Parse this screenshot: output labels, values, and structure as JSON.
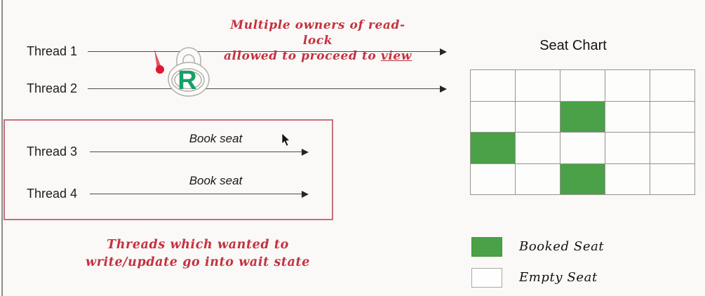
{
  "threads": [
    {
      "label": "Thread 1"
    },
    {
      "label": "Thread 2"
    },
    {
      "label": "Thread 3"
    },
    {
      "label": "Thread 4"
    }
  ],
  "lock": {
    "letter": "R",
    "letter_color": "#16a065"
  },
  "annotations": {
    "ink_color": "#c5323f",
    "read_lock": {
      "line1": "Multiple owners of read-lock",
      "line2_prefix": "allowed to proceed to ",
      "emphasis": "view"
    },
    "wait_state": {
      "line1": "Threads which wanted to",
      "line2": "write/update go into wait state"
    }
  },
  "book_seat_labels": [
    "Book seat",
    "Book seat"
  ],
  "seat_chart": {
    "title": "Seat Chart",
    "rows": 4,
    "cols": 5,
    "grid": [
      [
        0,
        0,
        0,
        0,
        0
      ],
      [
        0,
        0,
        1,
        0,
        0
      ],
      [
        1,
        0,
        0,
        0,
        0
      ],
      [
        0,
        0,
        1,
        0,
        0
      ]
    ],
    "booked_color": "#4aa147",
    "grid_line_color": "#98938e",
    "legend": [
      {
        "label": "Booked Seat"
      },
      {
        "label": "Empty Seat"
      }
    ]
  }
}
